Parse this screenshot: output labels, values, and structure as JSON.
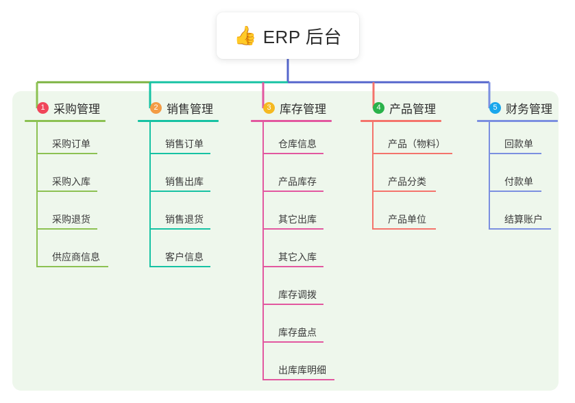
{
  "root": {
    "icon": "thumbs-up-icon",
    "emoji": "👍",
    "title": "ERP 后台"
  },
  "colors": {
    "panel_background": "#eef7ec",
    "page_background": "#ffffff",
    "trunk": "#5566cc",
    "bus_left": "#7cb342",
    "bus_mid": "#16c2a3",
    "bus_right": "#5566cc"
  },
  "columns": [
    {
      "index": "1",
      "badge_char": "1",
      "badge_color": "#f0465a",
      "title": "采购管理",
      "line_color": "#8cc152",
      "underline_width": 118,
      "items": [
        {
          "label": "采购订单",
          "underline_width": 88
        },
        {
          "label": "采购入库",
          "underline_width": 88
        },
        {
          "label": "采购退货",
          "underline_width": 88
        },
        {
          "label": "供应商信息",
          "underline_width": 104
        }
      ]
    },
    {
      "index": "2",
      "badge_char": "2",
      "badge_color": "#f39c45",
      "title": "销售管理",
      "line_color": "#16c2a3",
      "underline_width": 118,
      "items": [
        {
          "label": "销售订单",
          "underline_width": 88
        },
        {
          "label": "销售出库",
          "underline_width": 88
        },
        {
          "label": "销售退货",
          "underline_width": 88
        },
        {
          "label": "客户信息",
          "underline_width": 88
        }
      ]
    },
    {
      "index": "3",
      "badge_char": "3",
      "badge_color": "#f5b921",
      "title": "库存管理",
      "line_color": "#e2579f",
      "underline_width": 118,
      "items": [
        {
          "label": "仓库信息",
          "underline_width": 88
        },
        {
          "label": "产品库存",
          "underline_width": 88
        },
        {
          "label": "其它出库",
          "underline_width": 88
        },
        {
          "label": "其它入库",
          "underline_width": 88
        },
        {
          "label": "库存调拨",
          "underline_width": 88
        },
        {
          "label": "库存盘点",
          "underline_width": 88
        },
        {
          "label": "出库库明细",
          "underline_width": 104
        }
      ]
    },
    {
      "index": "4",
      "badge_char": "4",
      "badge_color": "#29b24a",
      "title": "产品管理",
      "line_color": "#f4736b",
      "underline_width": 118,
      "items": [
        {
          "label": "产品（物料）",
          "underline_width": 116
        },
        {
          "label": "产品分类",
          "underline_width": 92
        },
        {
          "label": "产品单位",
          "underline_width": 92
        }
      ]
    },
    {
      "index": "5",
      "badge_char": "5",
      "badge_color": "#1aa7ec",
      "title": "财务管理",
      "line_color": "#7b8fe0",
      "underline_width": 118,
      "items": [
        {
          "label": "回款单",
          "underline_width": 76
        },
        {
          "label": "付款单",
          "underline_width": 76
        },
        {
          "label": "结算账户",
          "underline_width": 90
        }
      ]
    }
  ]
}
